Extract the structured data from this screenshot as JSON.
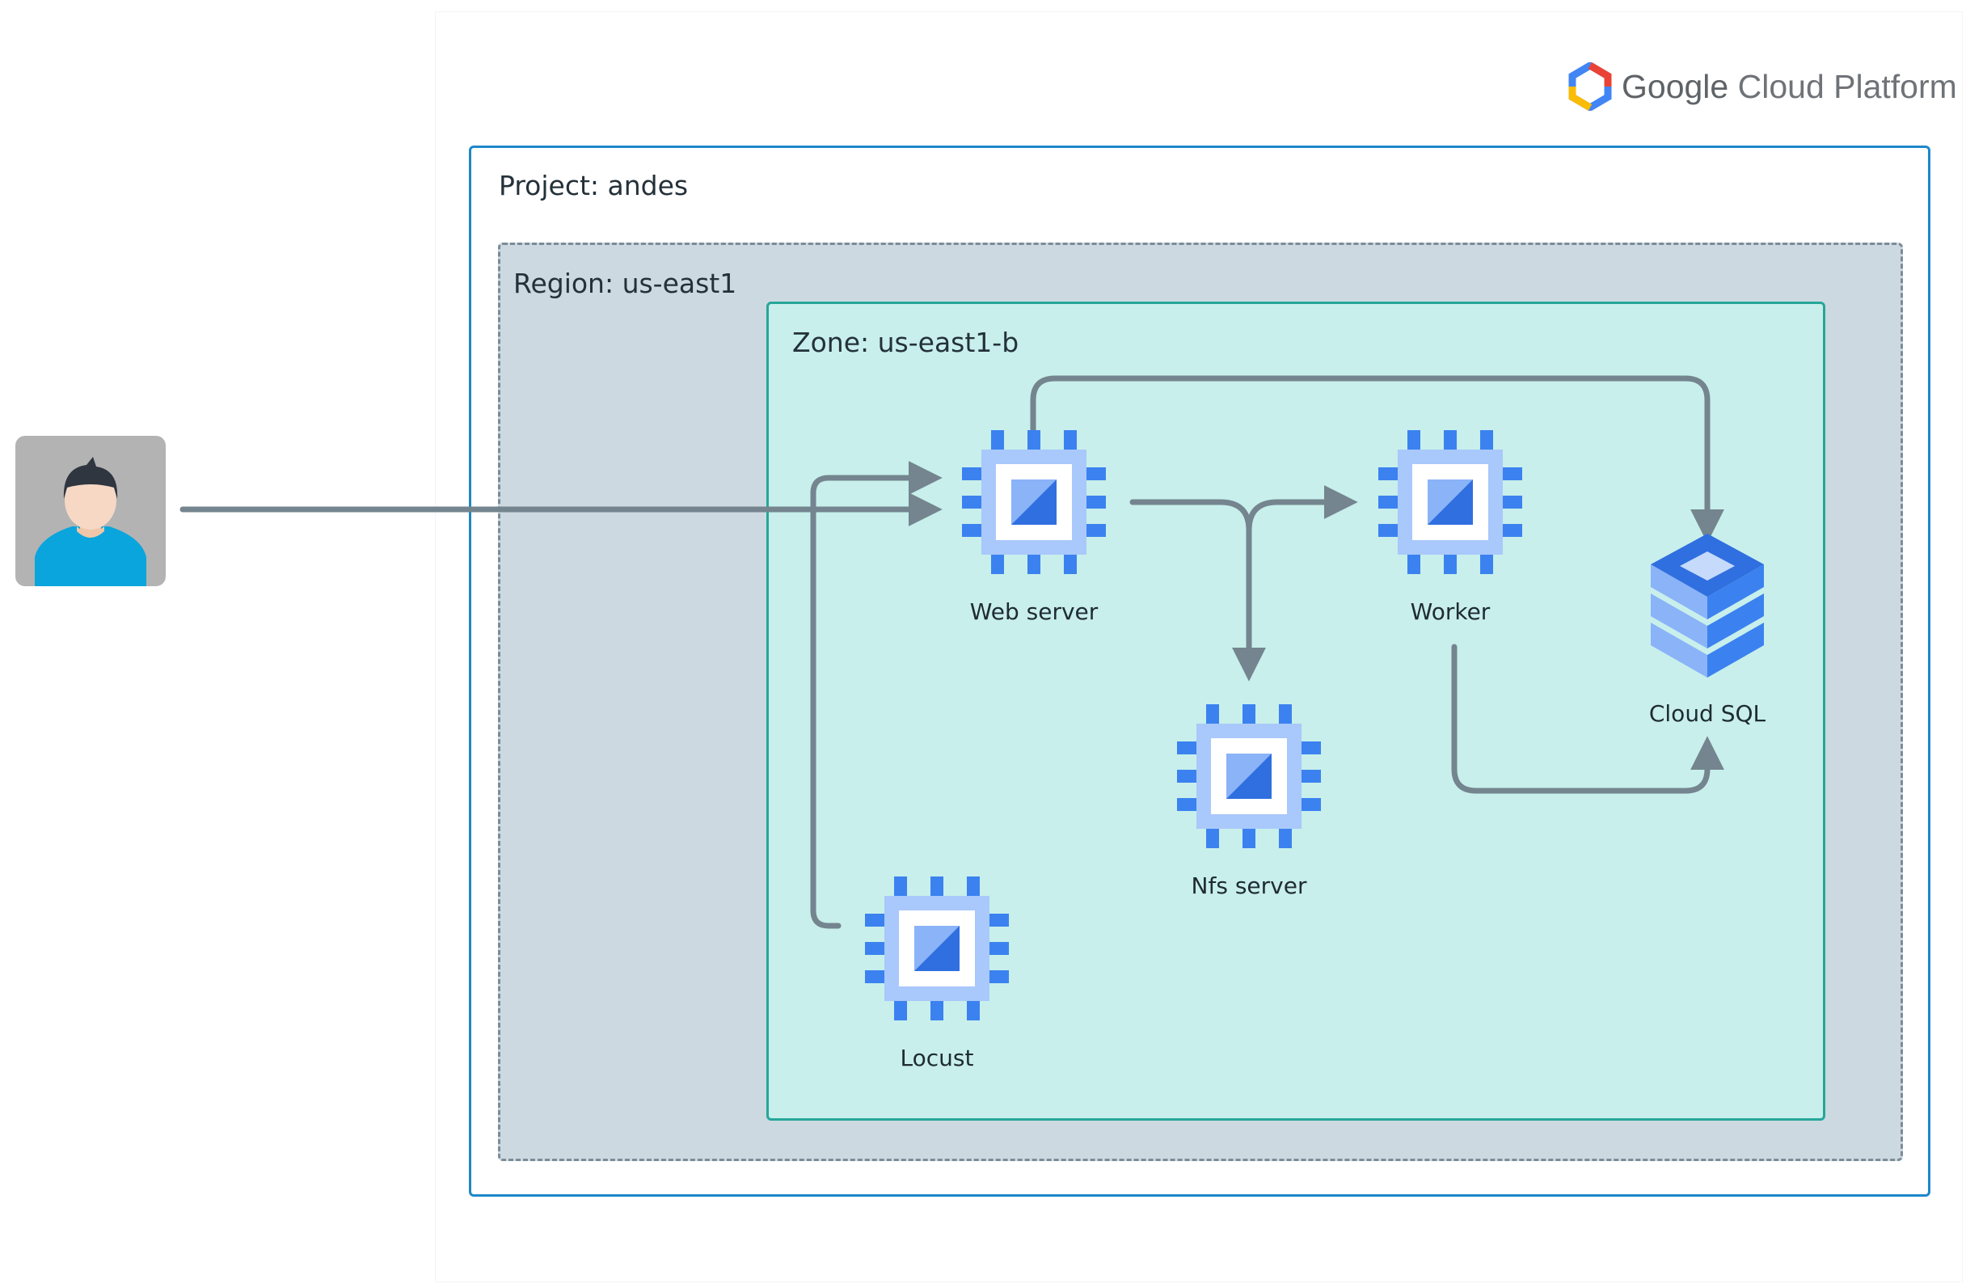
{
  "diagram": {
    "brand": {
      "logo_icon": "gcp-hexagon-logo-icon",
      "google_word": "Google",
      "product_words": "Cloud Platform"
    },
    "project": {
      "label": "Project: andes"
    },
    "region": {
      "label": "Region: us-east1"
    },
    "zone": {
      "label": "Zone: us-east1-b"
    },
    "user": {
      "icon": "user-avatar-icon"
    },
    "nodes": [
      {
        "id": "web",
        "label": "Web server",
        "icon": "compute-engine-chip-icon"
      },
      {
        "id": "worker",
        "label": "Worker",
        "icon": "compute-engine-chip-icon"
      },
      {
        "id": "nfs",
        "label": "Nfs server",
        "icon": "compute-engine-chip-icon"
      },
      {
        "id": "locust",
        "label": "Locust",
        "icon": "compute-engine-chip-icon"
      },
      {
        "id": "sql",
        "label": "Cloud SQL",
        "icon": "cloud-sql-stack-icon"
      }
    ],
    "colors": {
      "project_border": "#1e88c9",
      "region_fill": "#cdd9e0",
      "zone_fill": "#c8efeb",
      "zone_border": "#26a69a",
      "connector": "#74858f",
      "chip_blue": "#3b82f0",
      "chip_light": "#a9c8fb"
    }
  }
}
